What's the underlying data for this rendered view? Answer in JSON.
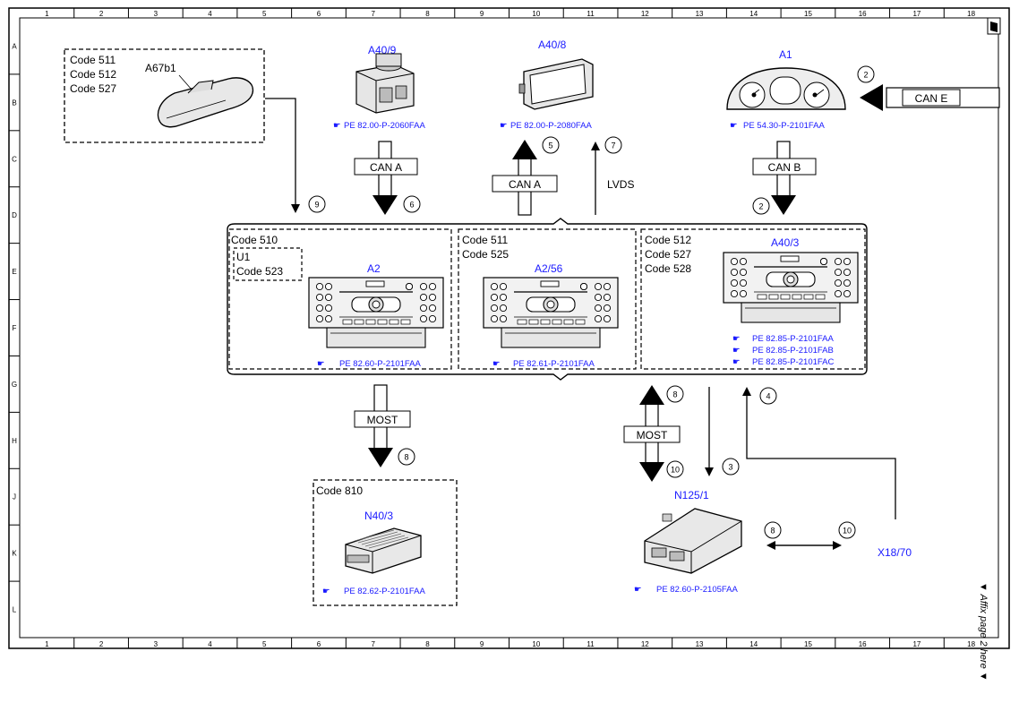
{
  "grid": {
    "columns": [
      "1",
      "2",
      "3",
      "4",
      "5",
      "6",
      "7",
      "8",
      "9",
      "10",
      "11",
      "12",
      "13",
      "14",
      "15",
      "16",
      "17",
      "18"
    ],
    "rows": [
      "A",
      "B",
      "C",
      "D",
      "E",
      "F",
      "G",
      "H",
      "J",
      "K",
      "L"
    ]
  },
  "components": {
    "mirror": {
      "codes": [
        "Code 511",
        "Code 512",
        "Code 527"
      ],
      "label": "A67b1"
    },
    "a40_9": {
      "label": "A40/9",
      "ref": "PE 82.00-P-2060FAA"
    },
    "a40_8": {
      "label": "A40/8",
      "ref": "PE 82.00-P-2080FAA"
    },
    "a1": {
      "label": "A1",
      "ref": "PE 54.30-P-2101FAA"
    },
    "a2": {
      "codes": [
        "Code 510"
      ],
      "sub_codes": [
        "U1",
        "Code 523"
      ],
      "label": "A2",
      "ref": "PE 82.60-P-2101FAA"
    },
    "a2_56": {
      "codes": [
        "Code 511",
        "Code 525"
      ],
      "label": "A2/56",
      "ref": "PE 82.61-P-2101FAA"
    },
    "a40_3": {
      "codes": [
        "Code 512",
        "Code 527",
        "Code 528"
      ],
      "label": "A40/3",
      "refs": [
        "PE 82.85-P-2101FAA",
        "PE 82.85-P-2101FAB",
        "PE 82.85-P-2101FAC"
      ]
    },
    "n40_3": {
      "codes": [
        "Code 810"
      ],
      "label": "N40/3",
      "ref": "PE 82.62-P-2101FAA"
    },
    "n125_1": {
      "label": "N125/1",
      "ref": "PE 82.60-P-2105FAA"
    },
    "x18_70": {
      "label": "X18/70"
    }
  },
  "buses": {
    "can_e": "CAN E",
    "can_a_in": "CAN A",
    "can_a_out": "CAN A",
    "can_b": "CAN B",
    "lvds": "LVDS",
    "most_left": "MOST",
    "most_right": "MOST"
  },
  "markers": {
    "m9": "9",
    "m6": "6",
    "m5": "5",
    "m7": "7",
    "m2_top": "2",
    "m2_canb": "2",
    "m8_left": "8",
    "m8_g": "8",
    "m10_j": "10",
    "m3": "3",
    "m4": "4",
    "m8_k": "8",
    "m10_k": "10"
  },
  "footer": {
    "affix": "▼ Affix page 2 here ▼"
  },
  "colors": {
    "label_blue": "#1a1aff",
    "line": "#000000"
  }
}
